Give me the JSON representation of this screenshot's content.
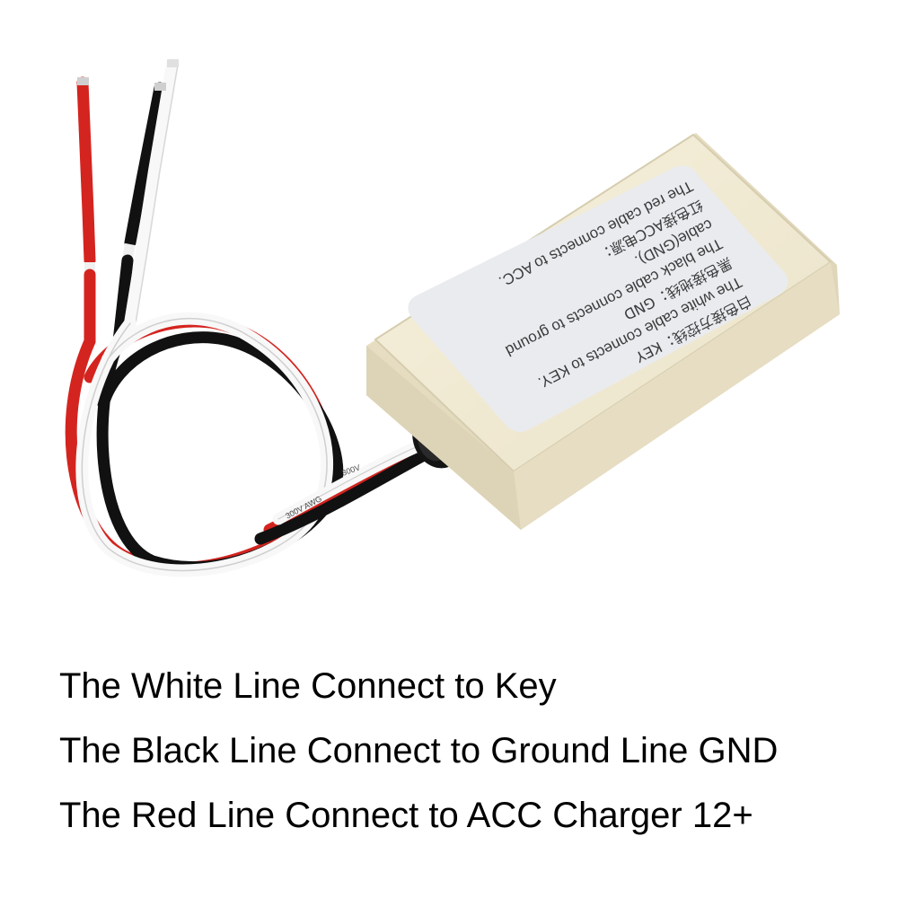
{
  "device_label": {
    "lines": [
      "白色接方控线：KEY",
      "The white cable connects to KEY.",
      "黑色接地线：GND",
      "The black cable connects to ground",
      "cable(GND).",
      "红色接ACC电源：",
      "The red cable connects to ACC."
    ]
  },
  "wire_print": {
    "white": "300V",
    "black": "300V AWG"
  },
  "caption": {
    "line1": "The White Line Connect to Key",
    "line2": "The Black Line Connect to Ground Line GND",
    "line3": "The Red Line Connect to ACC Charger 12+"
  },
  "colors": {
    "housing": "#efe7cf",
    "label": "#e9ebee",
    "wire_red": "#d4241f",
    "wire_black": "#111111",
    "wire_white": "#f8f8f8"
  }
}
